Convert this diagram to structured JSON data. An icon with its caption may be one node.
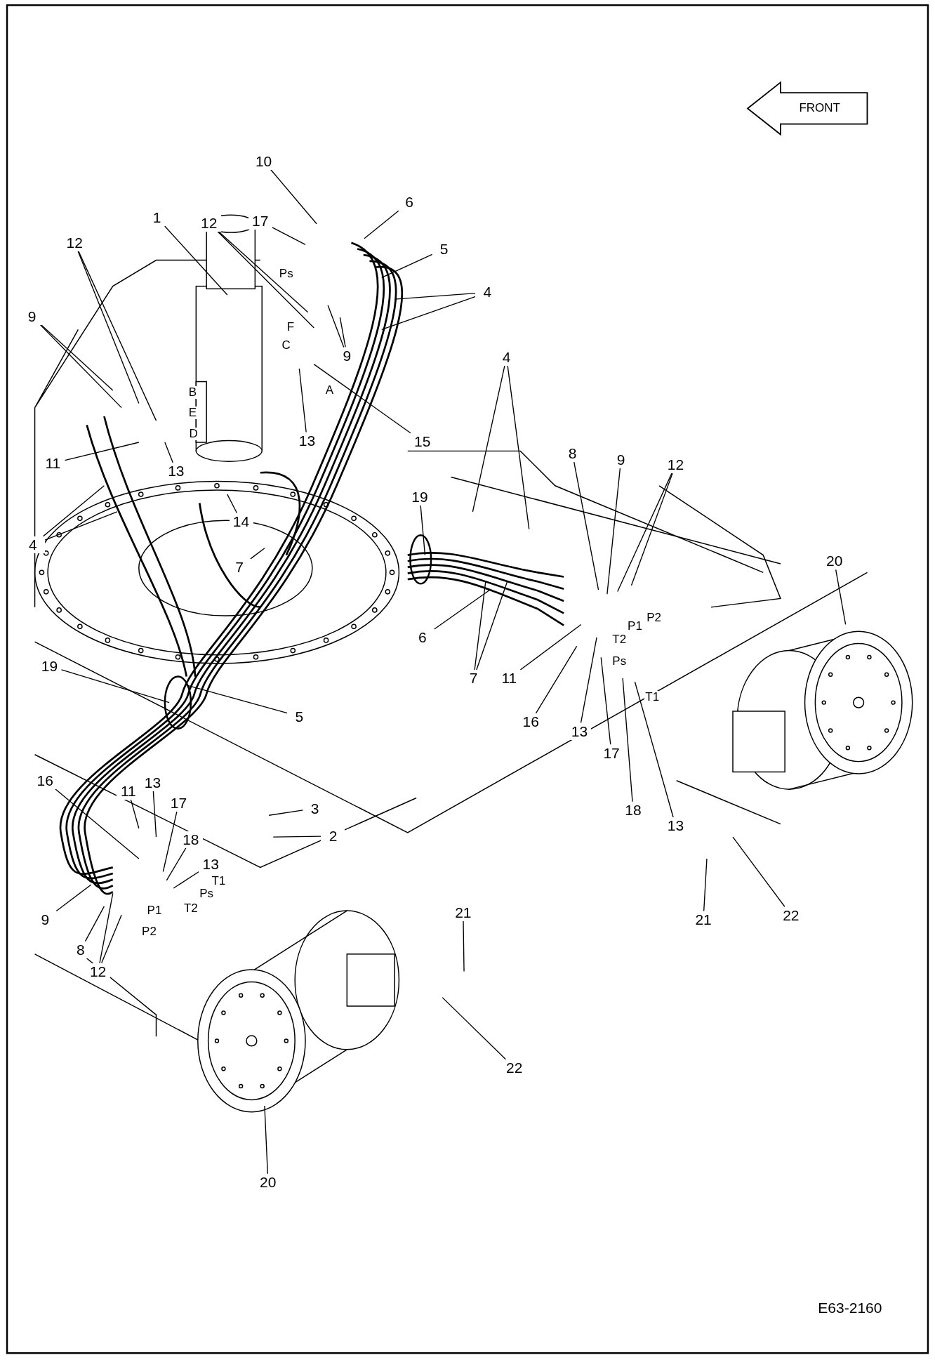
{
  "diagram": {
    "nodes": [
      {
        "text": [
          "10"
        ]
      },
      {
        "text": [
          "6"
        ]
      },
      {
        "text": [
          "1"
        ]
      },
      {
        "text": [
          "12"
        ]
      },
      {
        "text": [
          "17"
        ]
      },
      {
        "text": [
          "5"
        ]
      },
      {
        "text": [
          "4"
        ]
      },
      {
        "text": [
          "12"
        ]
      },
      {
        "text": [
          "9"
        ]
      },
      {
        "text": [
          "9"
        ]
      },
      {
        "text": [
          "15"
        ]
      },
      {
        "text": [
          "13"
        ]
      },
      {
        "text": [
          "11"
        ]
      },
      {
        "text": [
          "13"
        ]
      },
      {
        "text": [
          "4"
        ]
      },
      {
        "text": [
          "14"
        ]
      },
      {
        "text": [
          "4"
        ]
      },
      {
        "text": [
          "7"
        ]
      },
      {
        "text": [
          "19"
        ]
      },
      {
        "text": [
          "8"
        ]
      },
      {
        "text": [
          "9"
        ]
      },
      {
        "text": [
          "12"
        ]
      },
      {
        "text": [
          "20"
        ]
      },
      {
        "text": [
          "6"
        ]
      },
      {
        "text": [
          "7"
        ]
      },
      {
        "text": [
          "11"
        ]
      },
      {
        "text": [
          "16"
        ]
      },
      {
        "text": [
          "13"
        ]
      },
      {
        "text": [
          "17"
        ]
      },
      {
        "text": [
          "19"
        ]
      },
      {
        "text": [
          "5"
        ]
      },
      {
        "text": [
          "18"
        ]
      },
      {
        "text": [
          "13"
        ]
      },
      {
        "text": [
          "16"
        ]
      },
      {
        "text": [
          "11"
        ]
      },
      {
        "text": [
          "13"
        ]
      },
      {
        "text": [
          "17"
        ]
      },
      {
        "text": [
          "3"
        ]
      },
      {
        "text": [
          "2"
        ]
      },
      {
        "text": [
          "18"
        ]
      },
      {
        "text": [
          "13"
        ]
      },
      {
        "text": [
          "9"
        ]
      },
      {
        "text": [
          "8"
        ]
      },
      {
        "text": [
          "12"
        ]
      },
      {
        "text": [
          "21"
        ]
      },
      {
        "text": [
          "21"
        ]
      },
      {
        "text": [
          "22"
        ]
      },
      {
        "text": [
          "22"
        ]
      },
      {
        "text": [
          "20"
        ]
      }
    ],
    "edges": [
      {
        "from": 0,
        "to": null,
        "arrow": "none"
      },
      {
        "from": 1,
        "to": null,
        "arrow": "none"
      },
      {
        "from": 2,
        "to": null,
        "arrow": "none"
      },
      {
        "from": 3,
        "to": null,
        "arrow": "none"
      },
      {
        "from": 3,
        "to": null,
        "arrow": "none"
      },
      {
        "from": 4,
        "to": null,
        "arrow": "none"
      },
      {
        "from": 5,
        "to": null,
        "arrow": "none"
      },
      {
        "from": 6,
        "to": null,
        "arrow": "none"
      },
      {
        "from": 6,
        "to": null,
        "arrow": "none"
      },
      {
        "from": 7,
        "to": null,
        "arrow": "none"
      },
      {
        "from": 7,
        "to": null,
        "arrow": "none"
      },
      {
        "from": 8,
        "to": null,
        "arrow": "none"
      },
      {
        "from": 8,
        "to": null,
        "arrow": "none"
      },
      {
        "from": 9,
        "to": null,
        "arrow": "none"
      },
      {
        "from": 9,
        "to": null,
        "arrow": "none"
      },
      {
        "from": 10,
        "to": null,
        "arrow": "none"
      },
      {
        "from": 11,
        "to": null,
        "arrow": "none"
      },
      {
        "from": 12,
        "to": null,
        "arrow": "none"
      },
      {
        "from": 13,
        "to": null,
        "arrow": "none"
      },
      {
        "from": 14,
        "to": null,
        "arrow": "none"
      },
      {
        "from": 14,
        "to": null,
        "arrow": "none"
      },
      {
        "from": 15,
        "to": null,
        "arrow": "none"
      },
      {
        "from": 16,
        "to": null,
        "arrow": "none"
      },
      {
        "from": 16,
        "to": null,
        "arrow": "none"
      },
      {
        "from": 17,
        "to": null,
        "arrow": "none"
      },
      {
        "from": 18,
        "to": null,
        "arrow": "none"
      },
      {
        "from": 19,
        "to": null,
        "arrow": "none"
      },
      {
        "from": 20,
        "to": null,
        "arrow": "none"
      },
      {
        "from": 21,
        "to": null,
        "arrow": "none"
      },
      {
        "from": 21,
        "to": null,
        "arrow": "none"
      },
      {
        "from": 22,
        "to": null,
        "arrow": "none"
      },
      {
        "from": 23,
        "to": null,
        "arrow": "none"
      },
      {
        "from": 24,
        "to": null,
        "arrow": "none"
      },
      {
        "from": 24,
        "to": null,
        "arrow": "none"
      },
      {
        "from": 25,
        "to": null,
        "arrow": "none"
      },
      {
        "from": 26,
        "to": null,
        "arrow": "none"
      },
      {
        "from": 27,
        "to": null,
        "arrow": "none"
      },
      {
        "from": 28,
        "to": null,
        "arrow": "none"
      },
      {
        "from": 29,
        "to": null,
        "arrow": "none"
      },
      {
        "from": 30,
        "to": null,
        "arrow": "none"
      },
      {
        "from": 31,
        "to": null,
        "arrow": "none"
      },
      {
        "from": 32,
        "to": null,
        "arrow": "none"
      },
      {
        "from": 33,
        "to": null,
        "arrow": "none"
      },
      {
        "from": 34,
        "to": null,
        "arrow": "none"
      },
      {
        "from": 35,
        "to": null,
        "arrow": "none"
      },
      {
        "from": 36,
        "to": null,
        "arrow": "none"
      },
      {
        "from": 37,
        "to": null,
        "arrow": "none"
      },
      {
        "from": 38,
        "to": null,
        "arrow": "none"
      },
      {
        "from": 39,
        "to": null,
        "arrow": "none"
      },
      {
        "from": 40,
        "to": null,
        "arrow": "none"
      },
      {
        "from": 41,
        "to": null,
        "arrow": "none"
      },
      {
        "from": 42,
        "to": null,
        "arrow": "none"
      },
      {
        "from": 43,
        "to": null,
        "arrow": "none"
      },
      {
        "from": 43,
        "to": null,
        "arrow": "none"
      },
      {
        "from": 44,
        "to": null,
        "arrow": "none"
      },
      {
        "from": 45,
        "to": null,
        "arrow": "none"
      },
      {
        "from": 46,
        "to": null,
        "arrow": "none"
      },
      {
        "from": 47,
        "to": null,
        "arrow": "none"
      },
      {
        "from": 48,
        "to": null,
        "arrow": "none"
      }
    ],
    "labels": [
      "FRONT",
      "Ps",
      "F",
      "C",
      "A",
      "B",
      "E",
      "D",
      "P2",
      "P1",
      "T2",
      "Ps",
      "T1",
      "T1",
      "Ps",
      "T2",
      "P1",
      "P2",
      "E63-2160"
    ]
  }
}
